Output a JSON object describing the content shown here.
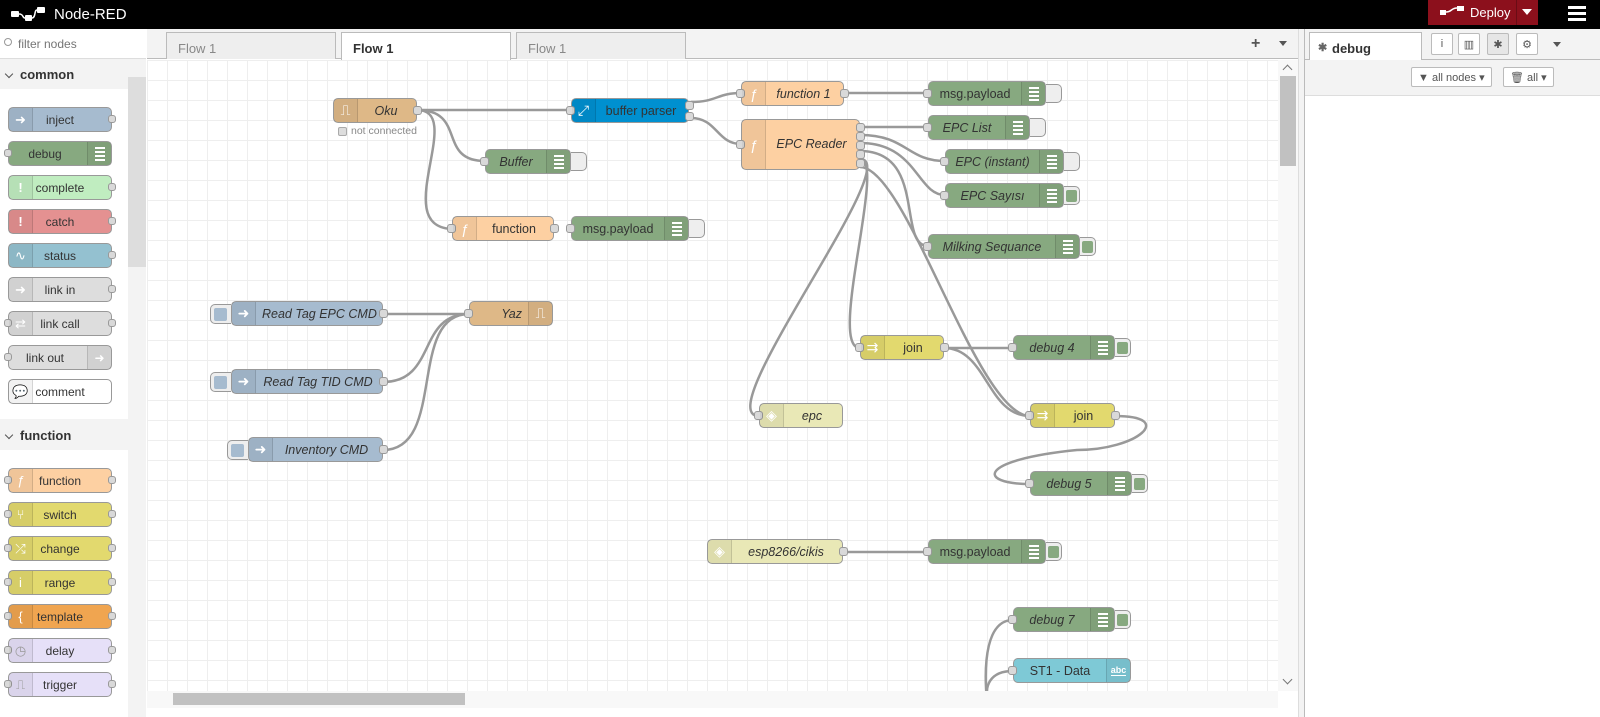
{
  "app": {
    "title": "Node-RED",
    "deploy_label": "Deploy"
  },
  "palette": {
    "search_placeholder": "filter nodes",
    "categories": [
      {
        "name": "common",
        "nodes": [
          "inject",
          "debug",
          "complete",
          "catch",
          "status",
          "link in",
          "link call",
          "link out",
          "comment"
        ]
      },
      {
        "name": "function",
        "nodes": [
          "function",
          "switch",
          "change",
          "range",
          "template",
          "delay",
          "trigger"
        ]
      }
    ]
  },
  "tabs": [
    {
      "label": "Flow 1",
      "active": false
    },
    {
      "label": "Flow 1",
      "active": true
    },
    {
      "label": "Flow 1",
      "active": false
    }
  ],
  "flow": {
    "nodes": {
      "oku": "Oku",
      "oku_status": "not connected",
      "buffer_parser": "buffer parser",
      "function_1": "function 1",
      "msg_payload_1": "msg.payload",
      "epc_reader": "EPC Reader",
      "epc_list": "EPC List",
      "epc_instant": "EPC (instant)",
      "epc_sayisi": "EPC Sayısı",
      "milking_sequance": "Milking Sequance",
      "buffer": "Buffer",
      "function": "function",
      "msg_payload_2": "msg.payload",
      "read_tag_epc": "Read Tag EPC CMD",
      "read_tag_tid": "Read Tag TID CMD",
      "inventory_cmd": "Inventory CMD",
      "yaz": "Yaz",
      "join_1": "join",
      "debug_4": "debug 4",
      "epc": "epc",
      "join_2": "join",
      "debug_5": "debug 5",
      "esp_cikis": "esp8266/cikis",
      "msg_payload_3": "msg.payload",
      "debug_7": "debug 7",
      "st1_data": "ST1 - Data",
      "st1_badge": "abc"
    }
  },
  "sidebar": {
    "tab_label": "debug",
    "filter_label": "all nodes",
    "clear_label": "all"
  },
  "colors": {
    "header": "#000000",
    "deploy": "#8c101c",
    "inject": "#a6bbcf",
    "debug": "#87a980",
    "function": "#fdd0a2",
    "serial": "#deb887",
    "buffer_parser": "#0090d0",
    "join": "#e2d96e",
    "mqtt": "#e9e8b6",
    "text_output": "#7ec9d6"
  }
}
